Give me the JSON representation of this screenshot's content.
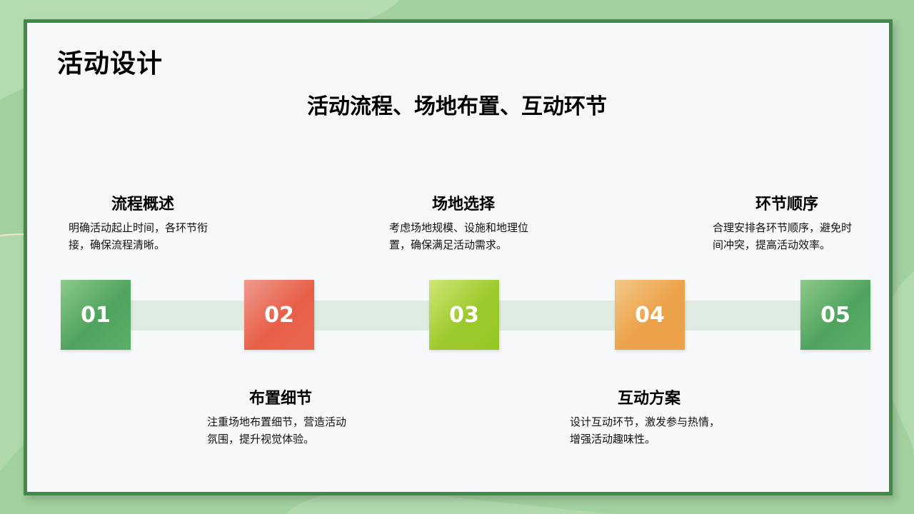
{
  "page_title": "活动设计",
  "subtitle": "活动流程、场地布置、互动环节",
  "steps": [
    {
      "number": "01"
    },
    {
      "number": "02"
    },
    {
      "number": "03"
    },
    {
      "number": "04"
    },
    {
      "number": "05"
    }
  ],
  "cards": {
    "flow_overview": {
      "title": "流程概述",
      "lines": [
        "明确活动起止时间，各环节衔",
        "接，确保流程清晰。"
      ]
    },
    "layout_details": {
      "title": "布置细节",
      "lines": [
        "注重场地布置细节，营造活动",
        "氛围，提升视觉体验。"
      ]
    },
    "venue_selection": {
      "title": "场地选择",
      "lines": [
        "考虑场地规模、设施和地理位",
        "置，确保满足活动需求。"
      ]
    },
    "interaction_plan": {
      "title": "互动方案",
      "lines": [
        "设计互动环节，激发参与热情，",
        "增强活动趣味性。"
      ]
    },
    "segment_order": {
      "title": "环节顺序",
      "lines": [
        "合理安排各环节顺序，避免时",
        "间冲突，提高活动效率。"
      ]
    }
  },
  "colors": {
    "background": "#9fcd9b",
    "frame_border": "#3f8a46",
    "panel": "#f6f8fa",
    "track": "#dfece1",
    "green": "#4fa35e",
    "red": "#e85f48",
    "lime": "#9cc92c",
    "orange": "#eca248"
  }
}
